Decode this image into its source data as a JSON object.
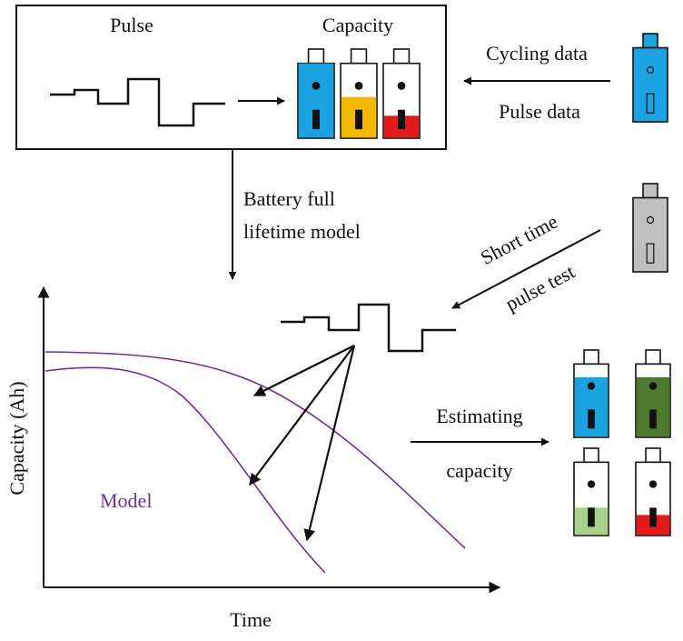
{
  "top_box": {
    "pulse_label": "Pulse",
    "capacity_label": "Capacity"
  },
  "inputs": {
    "cycling_label": "Cycling data",
    "pulse_label": "Pulse data"
  },
  "model_step": {
    "line1": "Battery full",
    "line2": "lifetime model"
  },
  "short_test": {
    "line1": "Short time",
    "line2": "pulse test"
  },
  "estimating": {
    "line1": "Estimating",
    "line2": "capacity"
  },
  "plot": {
    "ylabel": "Capacity (Ah)",
    "xlabel": "Time",
    "model_label": "Model"
  },
  "colors": {
    "blue": "#1aa3e0",
    "yellow": "#f4b800",
    "red": "#e41a1a",
    "dark_green": "#4e7a2e",
    "light_green": "#a9d18e",
    "gray": "#bfbfbf",
    "purple": "#7030a0"
  },
  "batteries": {
    "training_fill_levels": [
      1.0,
      0.55,
      0.3
    ],
    "test_fill_levels": [
      0.82,
      0.82,
      0.38,
      0.28
    ]
  }
}
